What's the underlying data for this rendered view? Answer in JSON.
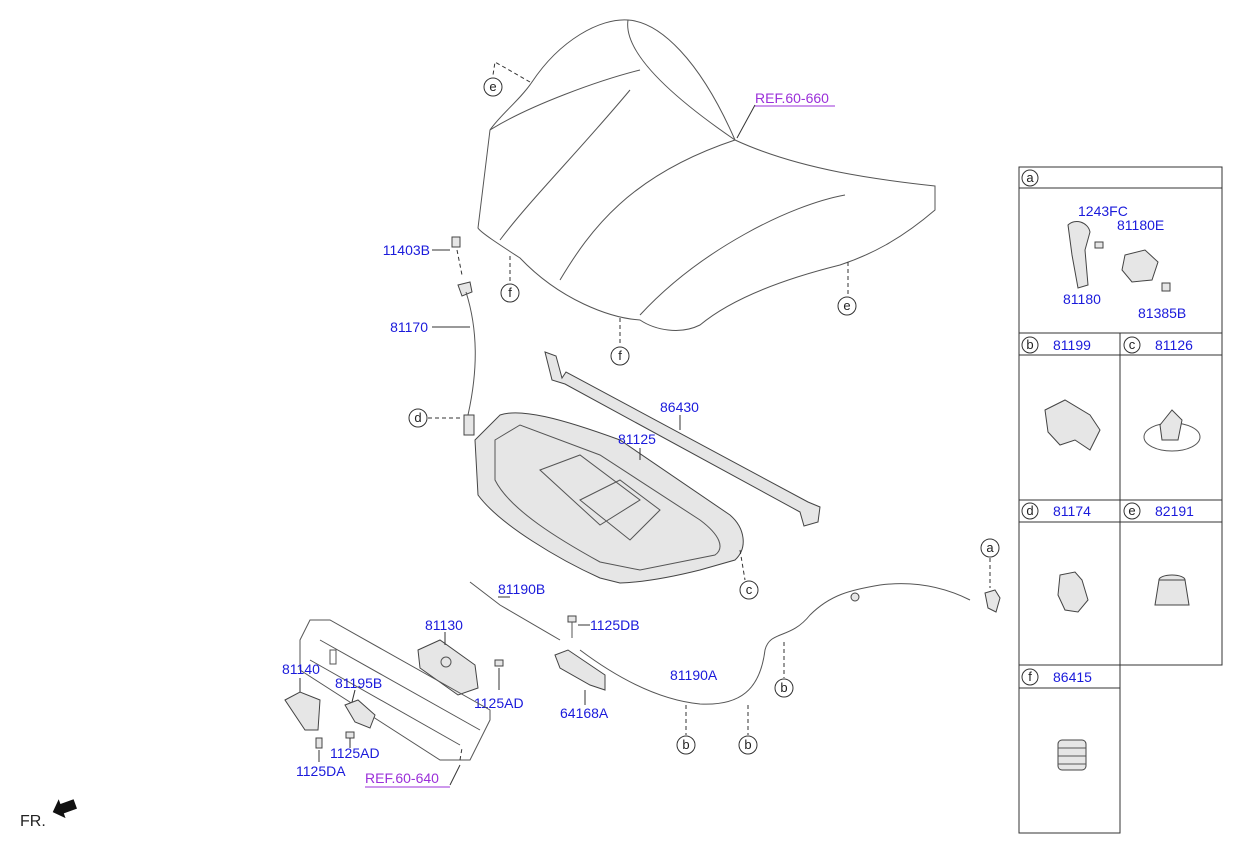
{
  "references": {
    "hood": "REF.60-660",
    "front_panel": "REF.60-640"
  },
  "orientation": "FR.",
  "parts": {
    "p11403B": "11403B",
    "p81170": "81170",
    "p86430": "86430",
    "p81125": "81125",
    "p81190B": "81190B",
    "p1125DB": "1125DB",
    "p81130": "81130",
    "p81140": "81140",
    "p81195B": "81195B",
    "p1125AD_a": "1125AD",
    "p1125AD_b": "1125AD",
    "p1125DA": "1125DA",
    "p64168A": "64168A",
    "p81190A": "81190A"
  },
  "callouts": {
    "a": "a",
    "b": "b",
    "c": "c",
    "d": "d",
    "e": "e",
    "f": "f"
  },
  "legend": {
    "a": {
      "key": "a",
      "parts": [
        "1243FC",
        "81180E",
        "81180",
        "81385B"
      ]
    },
    "b": {
      "key": "b",
      "part": "81199"
    },
    "c": {
      "key": "c",
      "part": "81126"
    },
    "d": {
      "key": "d",
      "part": "81174"
    },
    "e": {
      "key": "e",
      "part": "82191"
    },
    "f": {
      "key": "f",
      "part": "86415"
    }
  }
}
